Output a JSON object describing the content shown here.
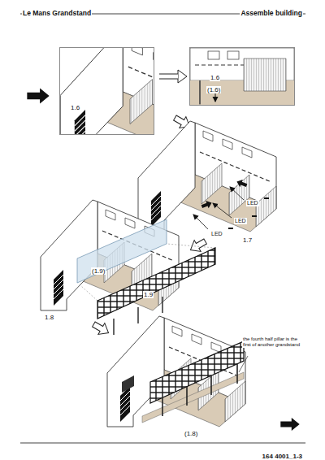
{
  "diagram": {
    "title": "Le Mans Grandstand",
    "nodes": [
      {
        "text": [
          "1.6"
        ]
      },
      {
        "text": [
          "1.6",
          "(1.6)"
        ]
      }
    ],
    "edges": [
      {
        "from": 0,
        "to": 1,
        "arrow": "to"
      }
    ],
    "labels": [
      "Assemble building",
      "1.7",
      "LED",
      "LED",
      "LED",
      "(1.9)",
      "1.9",
      "1.8",
      "the fourth half pillar is the first of another grandstand",
      "(1.8)",
      "164 4001_1-3"
    ]
  }
}
